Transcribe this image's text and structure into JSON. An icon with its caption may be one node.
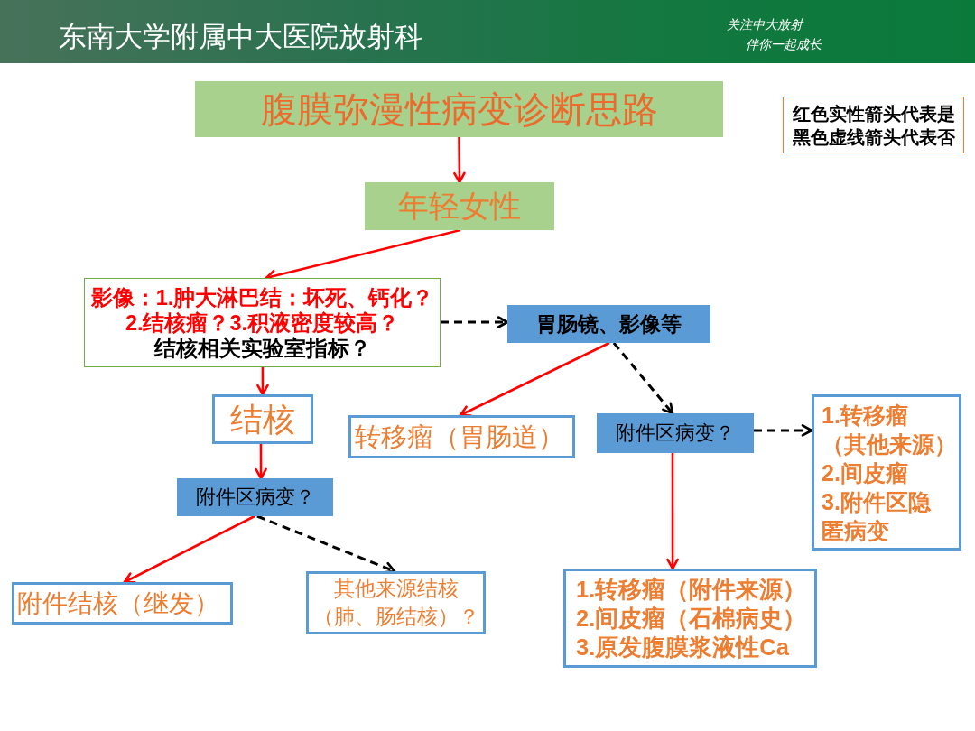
{
  "diagram": {
    "nodes": [
      {
        "text": [
          "腹膜弥漫性病变诊断思路"
        ]
      },
      {
        "text": [
          "红色实性箭头代表是",
          "黑色虚线箭头代表否"
        ]
      },
      {
        "text": [
          "年轻女性"
        ]
      },
      {
        "text": [
          "影像：1.肿大淋巴结：坏死、钙化？2.结核瘤？3.积液密度较高？",
          "结核相关实验室指标？"
        ]
      },
      {
        "text": [
          "胃肠镜、影像等"
        ]
      },
      {
        "text": [
          "结核"
        ]
      },
      {
        "text": [
          "转移瘤（胃肠道）"
        ]
      },
      {
        "text": [
          "附件区病变？"
        ]
      },
      {
        "text": [
          "1.转移瘤（其他来源）",
          "2.间皮瘤",
          "3.附件区隐匿病变"
        ]
      },
      {
        "text": [
          "附件区病变？"
        ]
      },
      {
        "text": [
          "附件结核（继发）"
        ]
      },
      {
        "text": [
          "其他来源结核（肺、肠结核）？"
        ]
      },
      {
        "text": [
          "1.转移瘤（附件来源）",
          "2.间皮瘤（石棉病史）",
          "3.原发腹膜浆液性Ca"
        ]
      }
    ],
    "edges": [
      {
        "from": 0,
        "to": 2,
        "arrow": "to"
      },
      {
        "from": 2,
        "to": 3,
        "arrow": "to"
      },
      {
        "from": 3,
        "to": 4,
        "arrow": "to",
        "style": "dashed",
        "color": "#000000"
      },
      {
        "from": 3,
        "to": 5,
        "arrow": "to"
      },
      {
        "from": 4,
        "to": 6,
        "arrow": "to"
      },
      {
        "from": 4,
        "to": 7,
        "arrow": "to",
        "style": "dashed",
        "color": "#000000"
      },
      {
        "from": 7,
        "to": 8,
        "arrow": "to",
        "style": "dashed",
        "color": "#000000"
      },
      {
        "from": 7,
        "to": 12,
        "arrow": "to"
      },
      {
        "from": 5,
        "to": 9,
        "arrow": "to"
      },
      {
        "from": 9,
        "to": 10,
        "arrow": "to"
      },
      {
        "from": 9,
        "to": 11,
        "arrow": "to",
        "style": "dashed",
        "color": "#000000"
      }
    ],
    "labels": [
      "东南大学附属中大医院放射科",
      "关注中大放射",
      "伴你一起成长"
    ]
  }
}
